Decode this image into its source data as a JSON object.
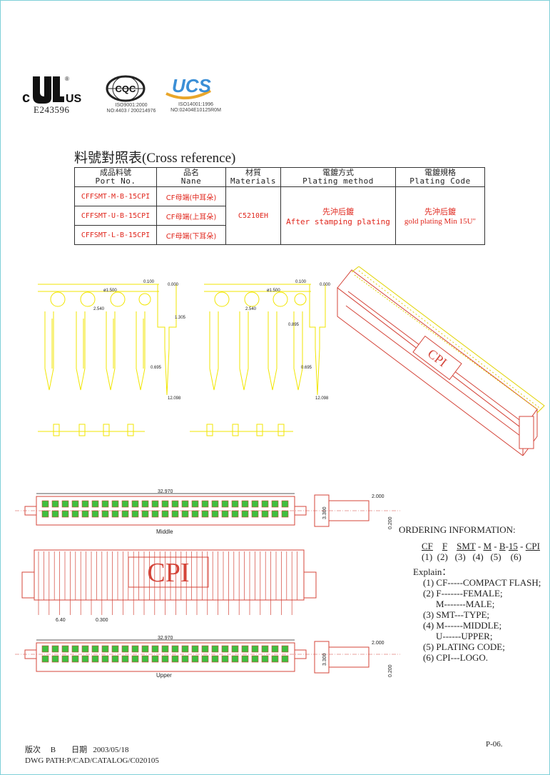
{
  "certs": {
    "ul": {
      "c": "c",
      "us": "US",
      "registered": "®",
      "code": "E243596"
    },
    "cqc": {
      "logo_text": "CQC",
      "line1": "ISO9001:2000",
      "line2": "NO:4403 / 200214976"
    },
    "ucs": {
      "logo_text": "UCS",
      "line1": "ISO14001:1996",
      "line2": "NO:02404E10125R0M"
    }
  },
  "title": "料號對照表(Cross reference)",
  "table": {
    "headers": [
      {
        "zh": "成品料號",
        "en": "Port No."
      },
      {
        "zh": "品名",
        "en": "Nane"
      },
      {
        "zh": "材質",
        "en": "Materials"
      },
      {
        "zh": "電鍍方式",
        "en": "Plating method"
      },
      {
        "zh": "電鍍規格",
        "en": "Plating Code"
      }
    ],
    "rows": [
      {
        "part": "CFFSMT-M-B-15CPI",
        "name": "CF母端(中耳朵)"
      },
      {
        "part": "CFFSMT-U-B-15CPI",
        "name": "CF母端(上耳朵)"
      },
      {
        "part": "CFFSMT-L-B-15CPI",
        "name": "CF母端(下耳朵)"
      }
    ],
    "material": "C5210EH",
    "plating_method_zh": "先沖后鍍",
    "plating_method_en": "After stamping plating",
    "plating_code_zh": "先沖后鍍",
    "plating_code_en": "gold plating Min 15U\""
  },
  "dims": {
    "d0100": "0.100",
    "d0000": "0.000",
    "d1500": "ø1.500",
    "d2540": "2.540",
    "d1305": "1.305",
    "d0695": "0.695",
    "d12098": "12.098",
    "d0895": "0.895",
    "d32970": "32.970",
    "d2000": "2.000",
    "d3300": "3.300",
    "d0200": "0.200",
    "d640": "6.40",
    "d0300": "0.300"
  },
  "labels": {
    "middle": "Middle",
    "upper": "Upper",
    "cpi": "CPI",
    "logo3d": "CPI"
  },
  "ordering": {
    "heading": "ORDERING INFORMATION:",
    "codes": [
      "CF",
      "F",
      "SMT",
      "M",
      "B",
      "15",
      "CPI"
    ],
    "separators": [
      "-",
      "-",
      "-",
      "-"
    ],
    "numbers": [
      "(1)",
      "(2)",
      "(3)",
      "(4)",
      "(5)",
      "(6)"
    ],
    "explain_heading": "Explain：",
    "explain": [
      "(1) CF-----COMPACT FLASH;",
      "(2) F-------FEMALE;",
      "M-------MALE;",
      "(3) SMT---TYPE;",
      "(4) M------MIDDLE;",
      "U------UPPER;",
      "(5) PLATING CODE;",
      "(6) CPI---LOGO."
    ]
  },
  "footer": {
    "version_label": "版次",
    "version": "B",
    "date_label": "日期",
    "date": "2003/05/18",
    "path": "DWG PATH:P/CAD/CATALOG/C020105",
    "page": "P-06."
  }
}
